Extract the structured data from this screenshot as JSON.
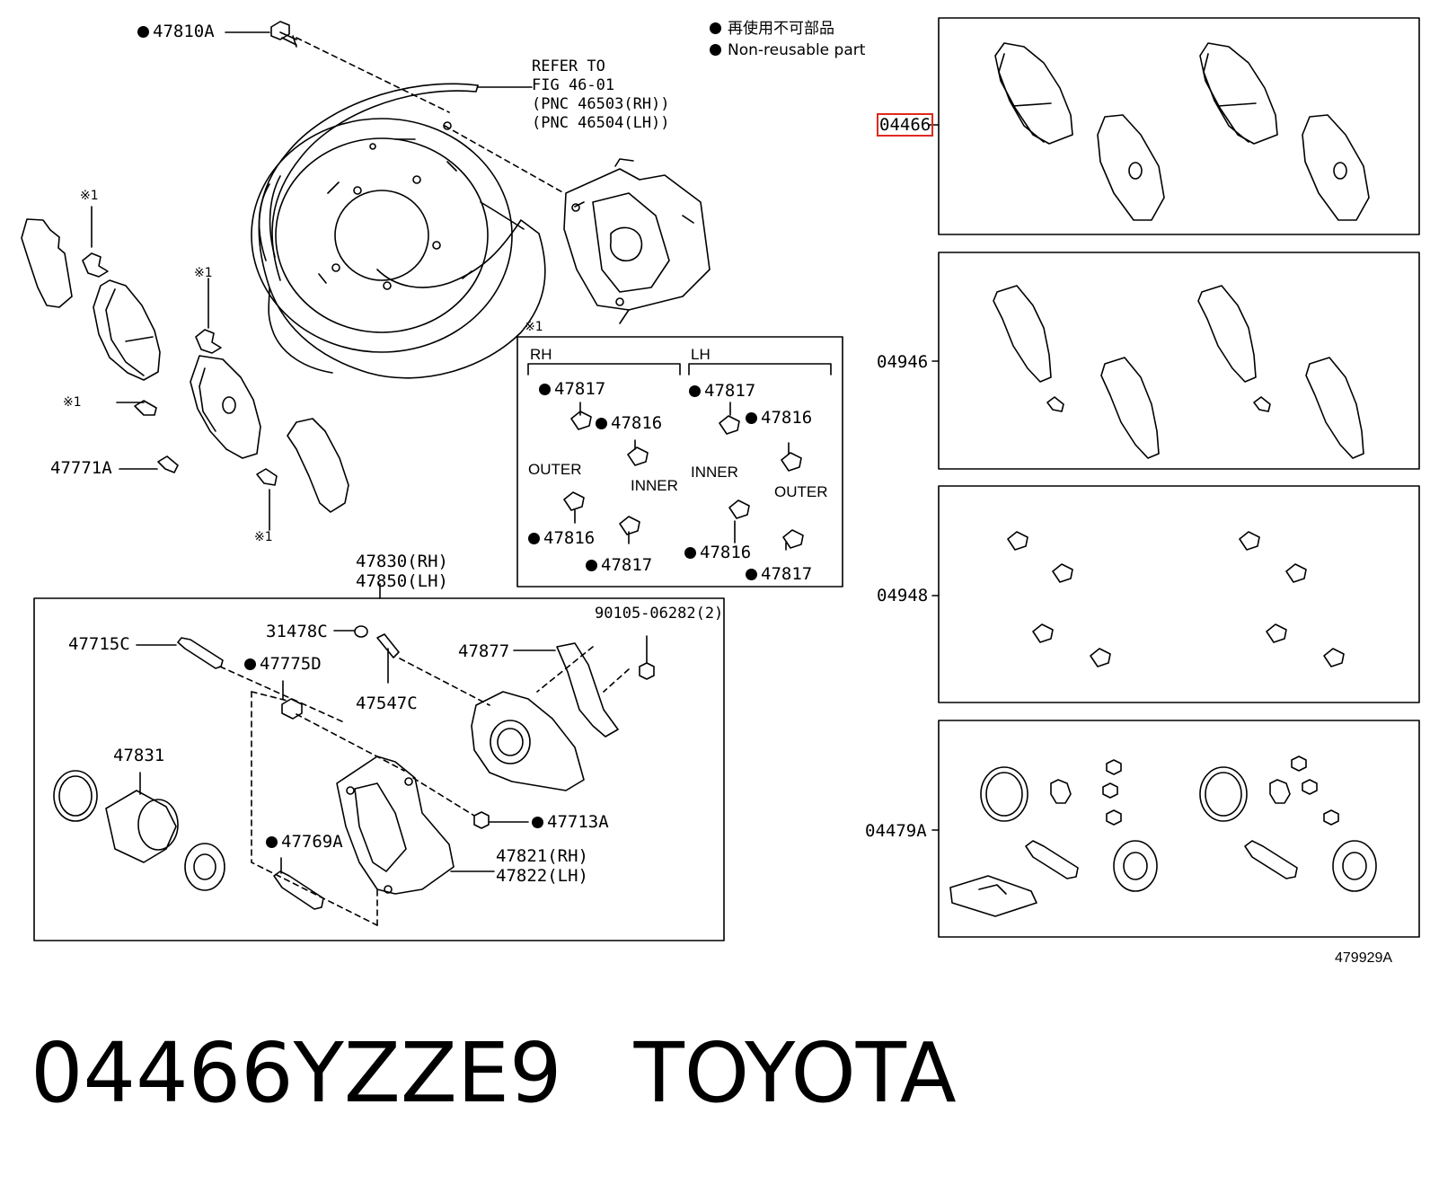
{
  "legend": {
    "jp": "再使用不可部品",
    "en": "Non-reusable part"
  },
  "refer": {
    "line1": "REFER TO",
    "line2": "FIG 46-01",
    "line3": "(PNC 46503(RH))",
    "line4": "(PNC 46504(LH))"
  },
  "mark": "※1",
  "labels": {
    "p47810A": "47810A",
    "p47771A": "47771A",
    "p47830": "47830(RH)",
    "p47850": "47850(LH)",
    "p47715C": "47715C",
    "p31478C": "31478C",
    "p47775D": "47775D",
    "p47547C": "47547C",
    "p47877": "47877",
    "p90105": "90105-06282(2)",
    "p47831": "47831",
    "p47713A": "47713A",
    "p47769A": "47769A",
    "p47821": "47821(RH)",
    "p47822": "47822(LH)"
  },
  "detail": {
    "rh": "RH",
    "lh": "LH",
    "rh_47817_top": "47817",
    "rh_47816_top": "47816",
    "outer_left": "OUTER",
    "inner_left": "INNER",
    "rh_47816_bot": "47816",
    "rh_47817_bot": "47817",
    "lh_47817_top": "47817",
    "lh_47816_top": "47816",
    "inner_right": "INNER",
    "outer_right": "OUTER",
    "lh_47816_bot": "47816",
    "lh_47817_bot": "47817"
  },
  "kits": {
    "k04466": "04466",
    "k04946": "04946",
    "k04948": "04948",
    "k04479A": "04479A"
  },
  "ref_code": "479929A",
  "caption": {
    "part_number": "04466YZZE9",
    "brand": "TOYOTA"
  }
}
